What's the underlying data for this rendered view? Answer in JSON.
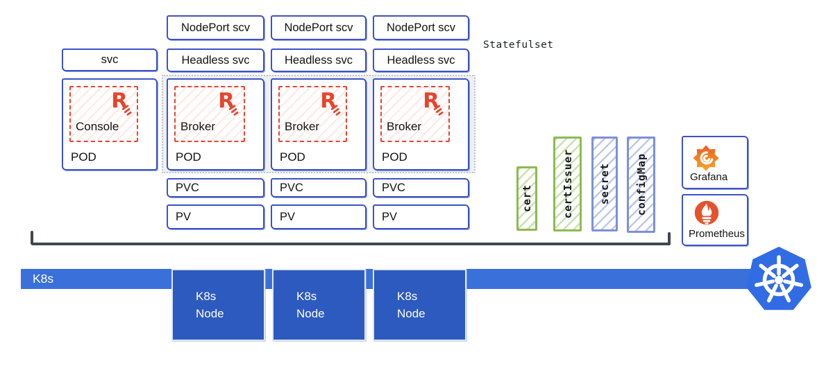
{
  "labels": {
    "statefulset": "Statefulset"
  },
  "console_column": {
    "svc": "svc",
    "app": "Console",
    "pod": "POD"
  },
  "broker_columns": [
    {
      "nodeport": "NodePort scv",
      "headless": "Headless svc",
      "app": "Broker",
      "pod": "POD",
      "pvc": "PVC",
      "pv": "PV"
    },
    {
      "nodeport": "NodePort scv",
      "headless": "Headless svc",
      "app": "Broker",
      "pod": "POD",
      "pvc": "PVC",
      "pv": "PV"
    },
    {
      "nodeport": "NodePort scv",
      "headless": "Headless svc",
      "app": "Broker",
      "pod": "POD",
      "pvc": "PVC",
      "pv": "PV"
    }
  ],
  "resources": [
    {
      "label": "cert",
      "style": "green"
    },
    {
      "label": "certIssuer",
      "style": "green"
    },
    {
      "label": "secret",
      "style": "indigo"
    },
    {
      "label": "configMap",
      "style": "indigo"
    }
  ],
  "monitoring": [
    {
      "name": "Grafana",
      "icon": "grafana-icon"
    },
    {
      "name": "Prometheus",
      "icon": "prometheus-icon"
    }
  ],
  "platform": {
    "bar_label": "K8s",
    "nodes": [
      "K8s\nNode",
      "K8s\nNode",
      "K8s\nNode"
    ],
    "logo_icon": "kubernetes-icon",
    "app_icon": "redpanda-icon"
  },
  "colors": {
    "box_border": "#3c52c5",
    "redpanda_red": "#e8432b",
    "resource_green": "#8cba52",
    "resource_indigo": "#7d90d8",
    "k8s_bar": "#3a70da",
    "k8s_node": "#2d5abe",
    "kubernetes_blue": "#326ce5",
    "bracket": "#3f4751",
    "statefulset_bg": "#eef0f3"
  }
}
